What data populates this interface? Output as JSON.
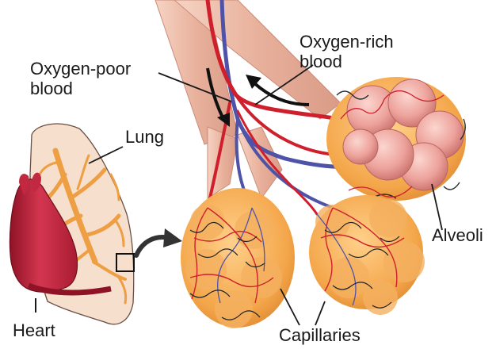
{
  "labels": {
    "oxygen_poor_line1": "Oxygen-poor",
    "oxygen_poor_line2": "blood",
    "oxygen_rich_line1": "Oxygen-rich",
    "oxygen_rich_line2": "blood",
    "lung": "Lung",
    "heart": "Heart",
    "alveoli": "Alveoli",
    "capillaries": "Capillaries"
  },
  "colors": {
    "background": "#ffffff",
    "bronchus": "#e9b8a6",
    "lung_fill": "#f6dfcd",
    "airway_orange": "#f0a34c",
    "heart": "#c0233b",
    "artery_red": "#d81e2a",
    "vein_blue": "#5a5fb5",
    "alveolus_pink": "#e89a94",
    "capillary_dark": "#2a2a2a",
    "label_text": "#1a1a1a"
  }
}
